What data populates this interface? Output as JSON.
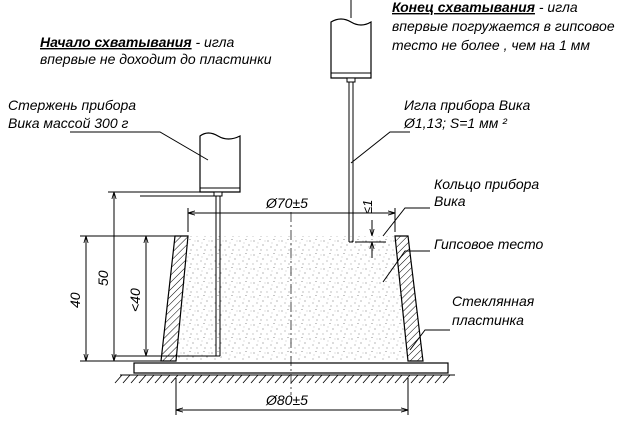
{
  "labels": {
    "start_title": "Начало схватывания",
    "start_rest": " - игла",
    "start_line2": "впервые не доходит до пластинки",
    "end_title": "Конец схватывания",
    "end_rest": " - игла",
    "end_line2": "впервые погружается в гипсовое",
    "end_line3": "тесто не более , чем на  1  мм",
    "rod_line1": "Стержень прибора",
    "rod_line2": "Вика массой  300  г",
    "needle_line1": "Игла прибора Вика",
    "needle_line2": "Ø1,13; S=1  мм ²",
    "ring_line1": "Кольцо прибора",
    "ring_line2": "Вика",
    "paste": "Гипсовое тесто",
    "plate_line1": "Стеклянная",
    "plate_line2": "пластинка"
  },
  "dimensions": {
    "top_diameter": "Ø70±5",
    "bottom_diameter": "Ø80±5",
    "height_50": "50",
    "height_40": "40",
    "depth_lt40": "<40",
    "depth_le1": "≤1"
  }
}
